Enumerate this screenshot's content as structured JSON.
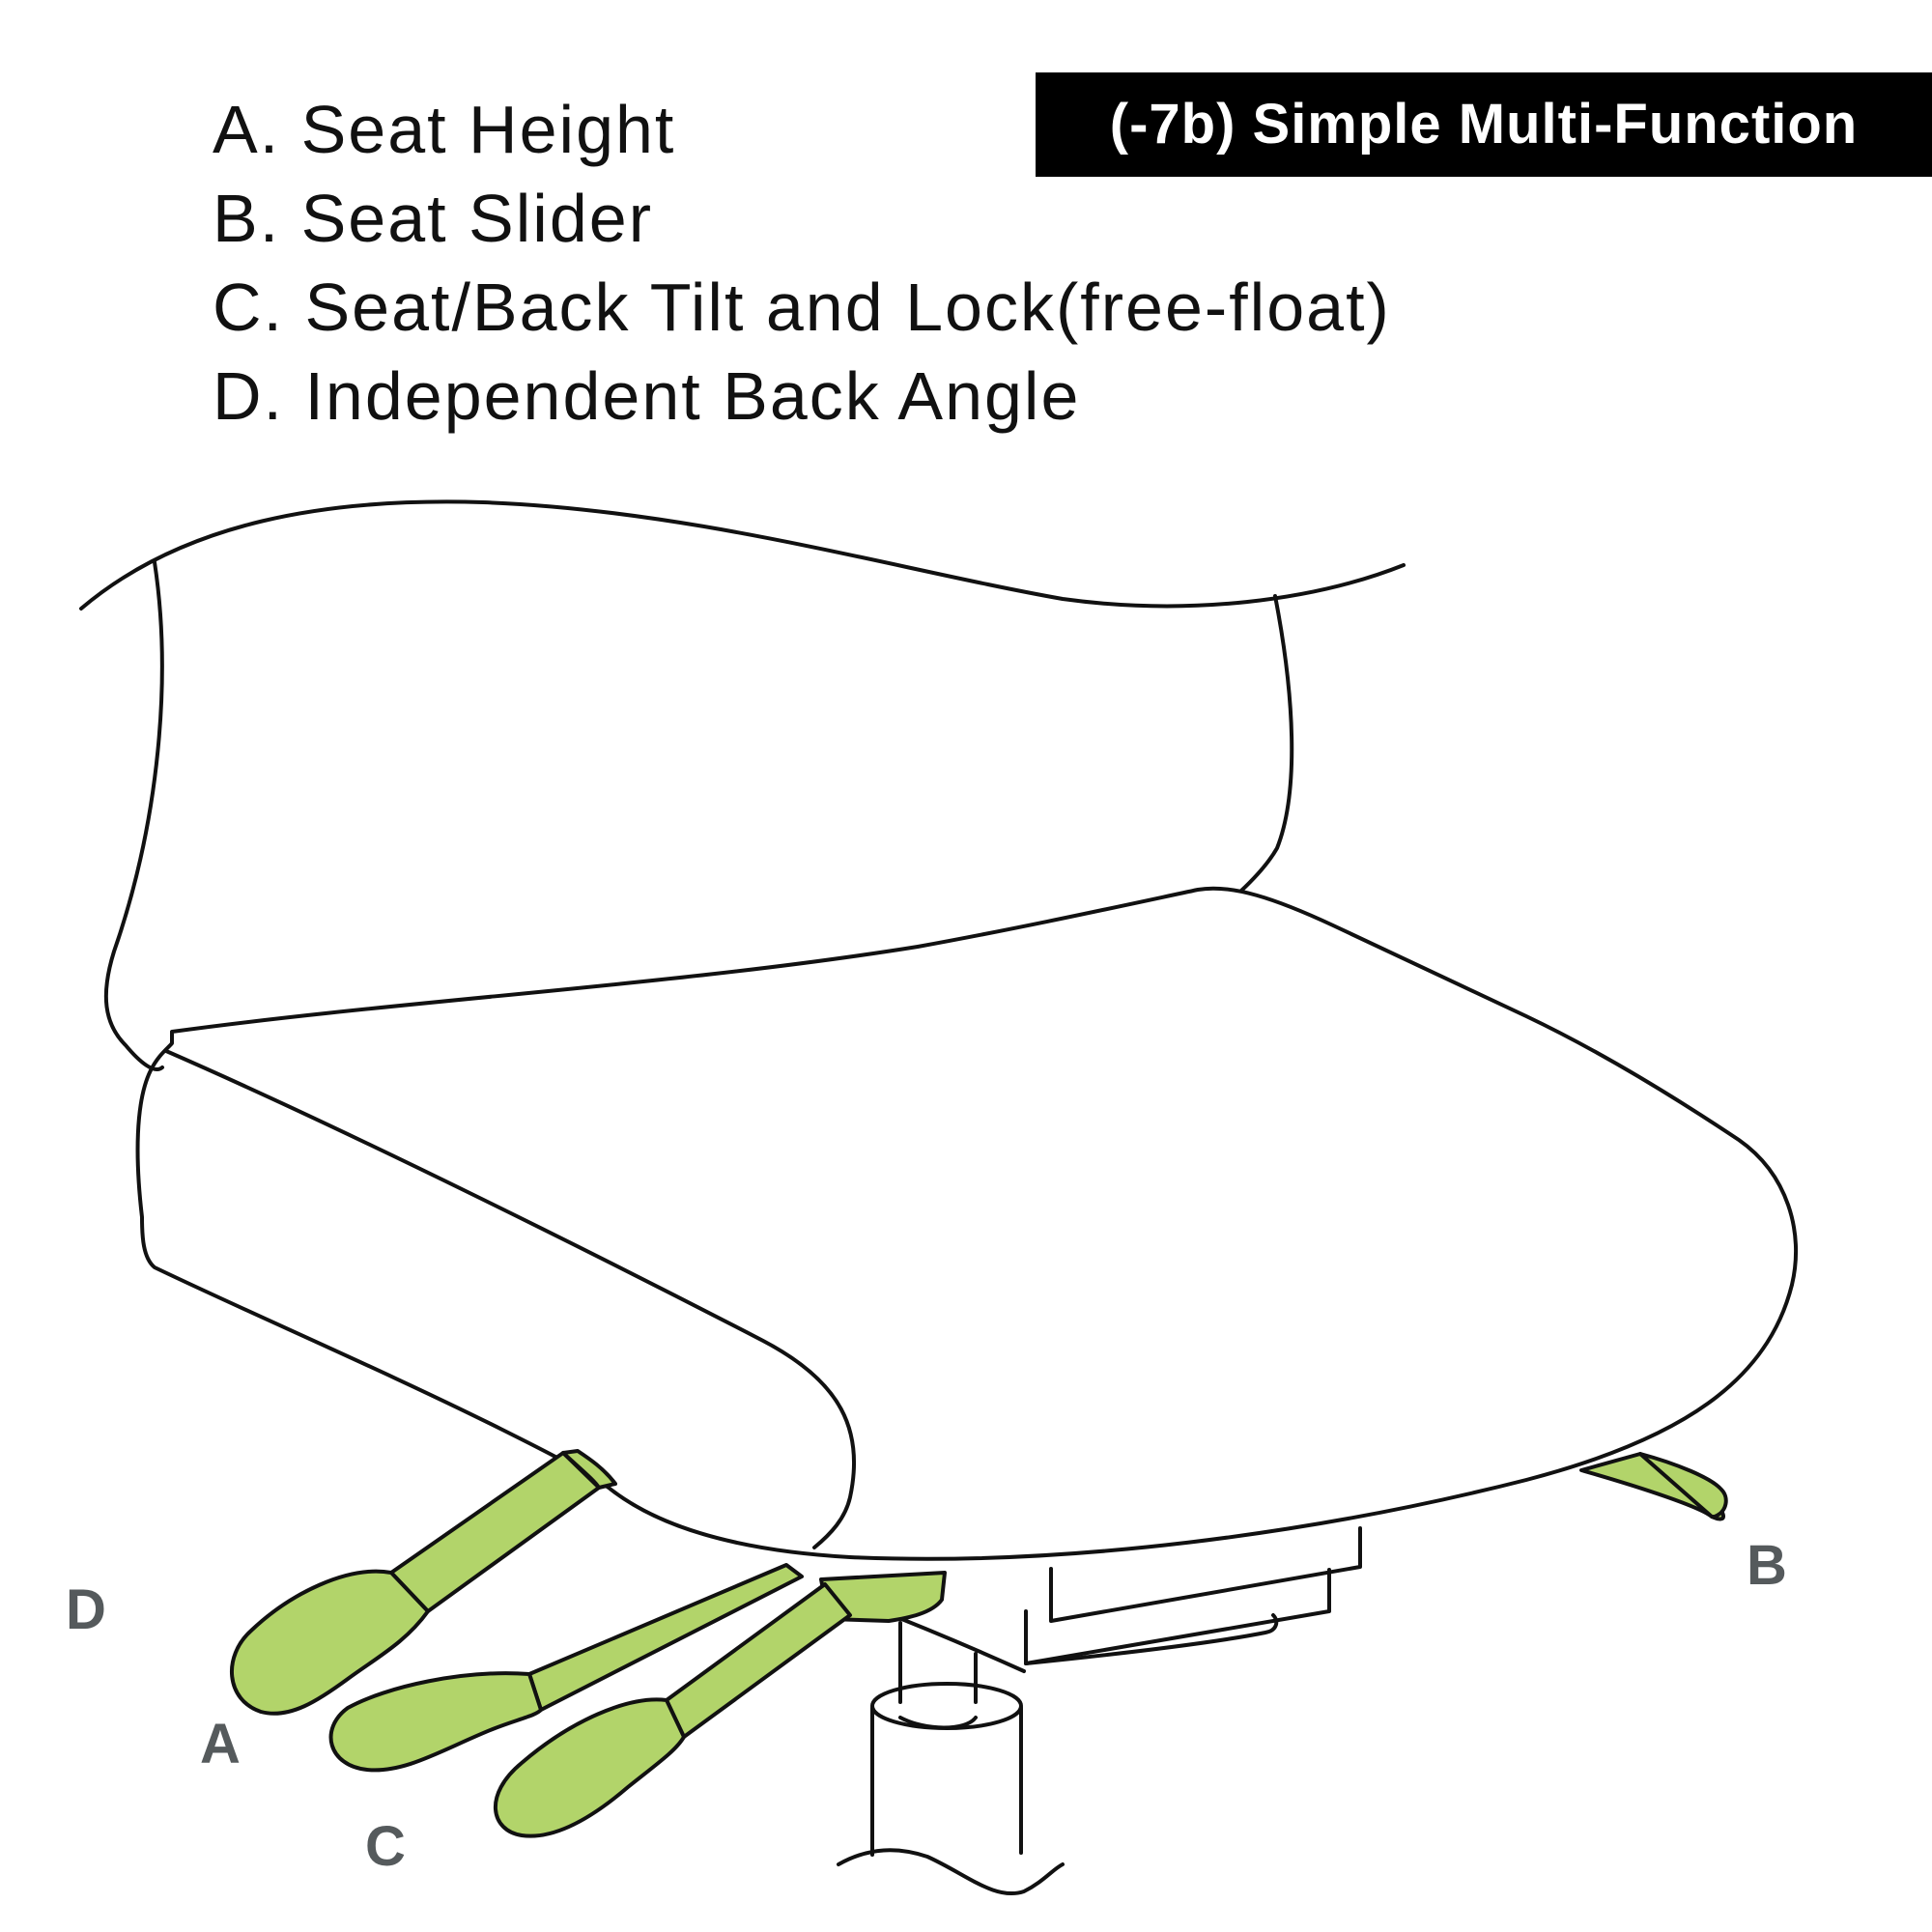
{
  "legend": {
    "items": [
      "A. Seat Height",
      "B. Seat Slider",
      "C. Seat/Back Tilt and Lock(free-float)",
      "D. Independent Back Angle"
    ]
  },
  "badge": {
    "label": "(-7b) Simple Multi-Function"
  },
  "callouts": {
    "a": "A",
    "b": "B",
    "c": "C",
    "d": "D"
  },
  "colors": {
    "lever_fill": "#b2d46a",
    "outline": "#111111",
    "callout_text": "#555a5c",
    "badge_bg": "#000000"
  }
}
